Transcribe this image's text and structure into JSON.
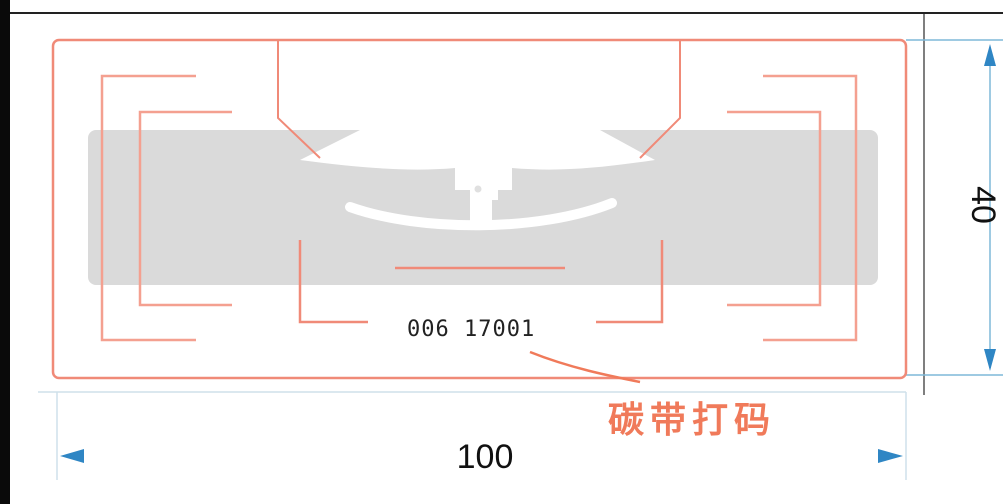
{
  "label": {
    "serial_number": "006 17001",
    "annotation": "碳带打码"
  },
  "dimensions": {
    "width": "100",
    "height": "40"
  },
  "colors": {
    "outline": "#f08a78",
    "annotation": "#f07a5a",
    "band": "#dadada",
    "dimension_line": "#7fb8d8",
    "arrow": "#2f86c4",
    "border": "#222222"
  }
}
